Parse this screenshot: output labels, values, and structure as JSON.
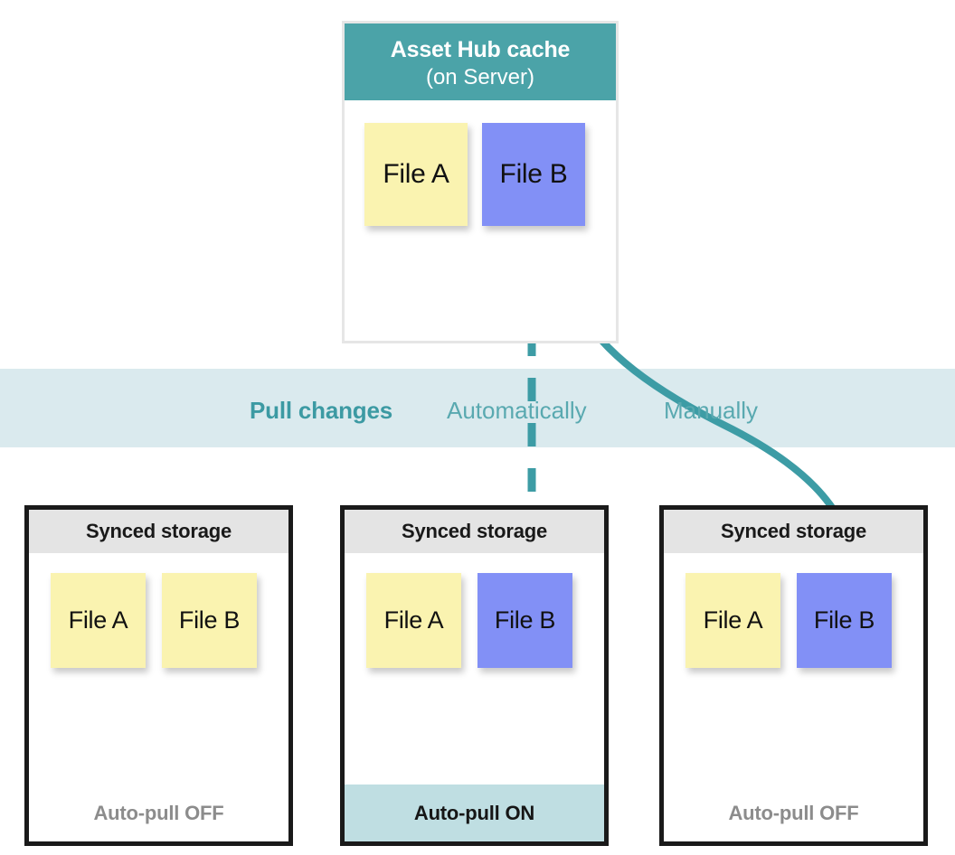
{
  "diagram": {
    "title": "Asset Hub cache sync diagram",
    "colors": {
      "teal": "#4ba3a8",
      "teal_line": "#3d9ca5",
      "band_bg": "#daeaee",
      "note_yellow": "#faf3b0",
      "note_blue": "#8290f6",
      "header_gray": "#e4e4e4",
      "footer_on": "#bfdee2",
      "off_text": "#8c8c8c",
      "box_border": "#1a1a1a"
    }
  },
  "cache": {
    "header_line1": "Asset Hub cache",
    "header_line2": "(on Server)",
    "notes": [
      {
        "label": "File A",
        "color": "yellow"
      },
      {
        "label": "File B",
        "color": "blue"
      }
    ]
  },
  "band": {
    "label": "Pull changes",
    "automatic": "Automatically",
    "manual": "Manually"
  },
  "storages": [
    {
      "header": "Synced storage",
      "notes": [
        {
          "label": "File A",
          "color": "yellow"
        },
        {
          "label": "File B",
          "color": "yellow"
        }
      ],
      "footer": "Auto-pull OFF",
      "auto_pull": "OFF"
    },
    {
      "header": "Synced storage",
      "notes": [
        {
          "label": "File A",
          "color": "yellow"
        },
        {
          "label": "File B",
          "color": "blue"
        }
      ],
      "footer": "Auto-pull ON",
      "auto_pull": "ON"
    },
    {
      "header": "Synced storage",
      "notes": [
        {
          "label": "File A",
          "color": "yellow"
        },
        {
          "label": "File B",
          "color": "blue"
        }
      ],
      "footer": "Auto-pull OFF",
      "auto_pull": "OFF"
    }
  ]
}
